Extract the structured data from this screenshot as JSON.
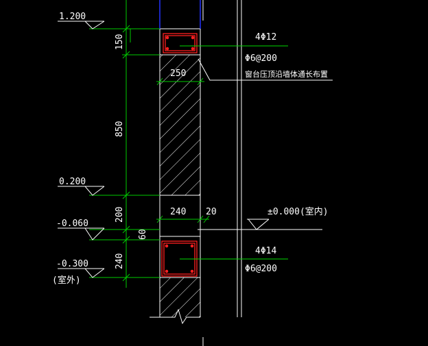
{
  "colors": {
    "background": "#000000",
    "dimension_line": "#00cc00",
    "wall_line": "#ffffff",
    "rebar": "#ff2020",
    "blue_line": "#2233ff",
    "leader": "#00dd00"
  },
  "elevations": {
    "top": "1.200",
    "sill": "0.200",
    "ground_inner": "-0.060",
    "outdoor": "-0.300",
    "outdoor_note": "(室外)",
    "indoor_zero": "±0.000(室内)"
  },
  "dimensions": {
    "d150": "150",
    "d850": "850",
    "d200": "200",
    "d60": "60",
    "d240_vertical": "240",
    "width_250": "250",
    "width_240": "240",
    "width_20": "20"
  },
  "annotations": {
    "upper_main_rebar": "4Φ12",
    "upper_stirrup": "Φ6@200",
    "upper_note": "窗台压顶沿墙体通长布置",
    "lower_main_rebar": "4Φ14",
    "lower_stirrup": "Φ6@200"
  }
}
